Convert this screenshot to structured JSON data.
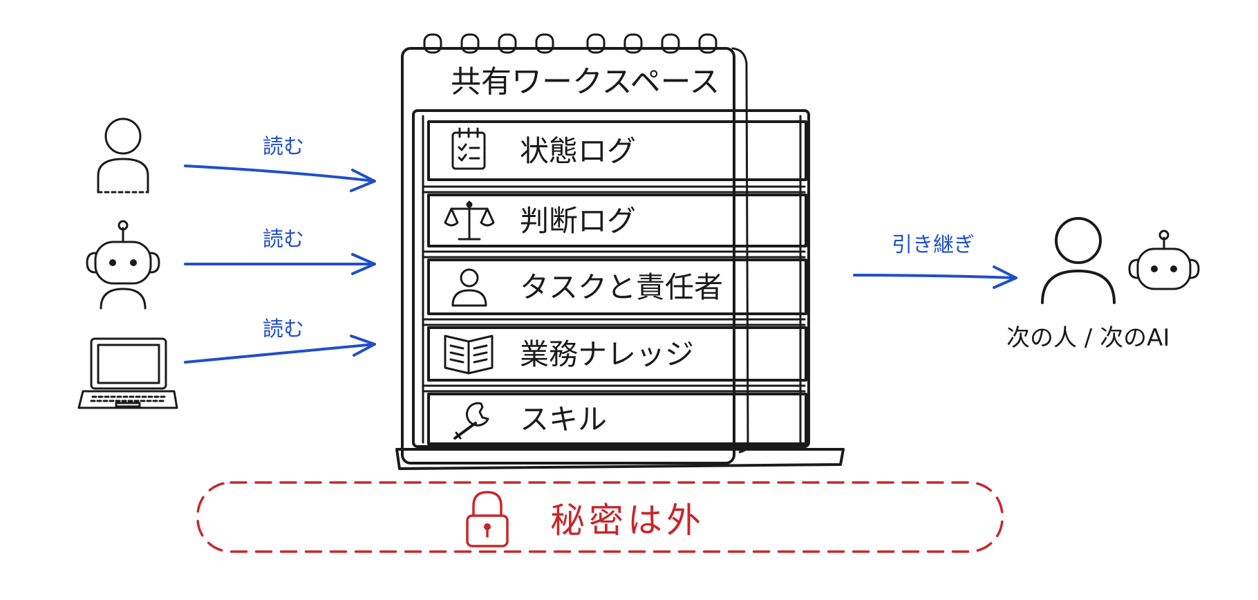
{
  "workspace": {
    "title": "共有ワークスペース",
    "shelves": [
      {
        "label": "状態ログ",
        "icon": "checklist-icon"
      },
      {
        "label": "判断ログ",
        "icon": "scales-icon"
      },
      {
        "label": "タスクと責任者",
        "icon": "person-icon"
      },
      {
        "label": "業務ナレッジ",
        "icon": "book-icon"
      },
      {
        "label": "スキル",
        "icon": "wrench-icon"
      }
    ]
  },
  "readers": [
    {
      "icon": "human-icon",
      "action": "読む"
    },
    {
      "icon": "robot-icon",
      "action": "読む"
    },
    {
      "icon": "laptop-icon",
      "action": "読む"
    }
  ],
  "handoff": {
    "action": "引き継ぎ",
    "recipient": "次の人 / 次のAI",
    "icons": [
      "human-icon",
      "robot-icon"
    ]
  },
  "secret": {
    "label": "秘密は外",
    "icon": "lock-icon"
  },
  "colors": {
    "ink": "#1a1a1a",
    "arrow": "#1f4fc9",
    "secret": "#c8262a"
  }
}
